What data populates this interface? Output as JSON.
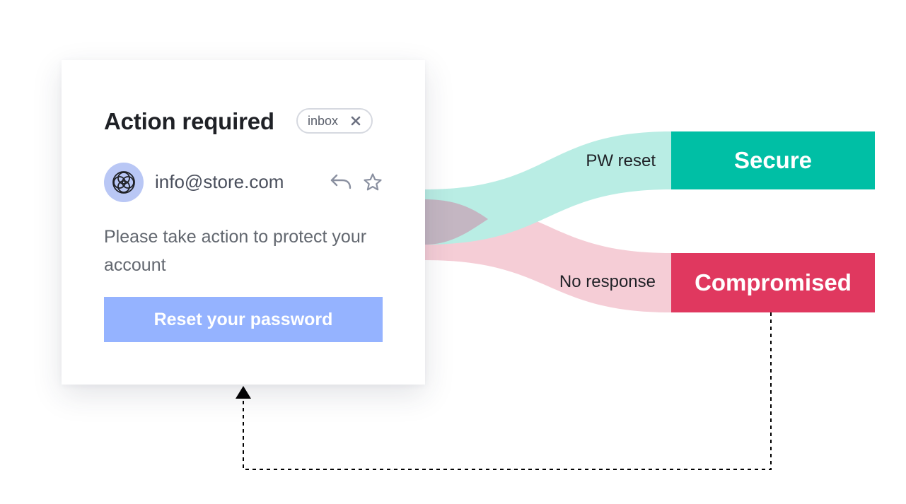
{
  "email": {
    "title": "Action required",
    "tag_label": "inbox",
    "tag_close_icon": "close-icon",
    "sender": "info@store.com",
    "avatar_icon": "flower-logo-icon",
    "reply_icon": "reply-icon",
    "star_icon": "star-icon",
    "body": "Please take action to protect your account",
    "button_label": "Reset your password"
  },
  "flows": [
    {
      "label": "PW reset",
      "outcome": "Secure",
      "color": "#00bfa5",
      "band_color": "#b9ede4"
    },
    {
      "label": "No response",
      "outcome": "Compromised",
      "color": "#e0385f",
      "band_color": "#f5cdd6"
    }
  ],
  "colors": {
    "card_bg": "#ffffff",
    "button_bg": "#95b3ff",
    "avatar_bg": "#b9c7f5",
    "loop_arrow": "#000000"
  }
}
